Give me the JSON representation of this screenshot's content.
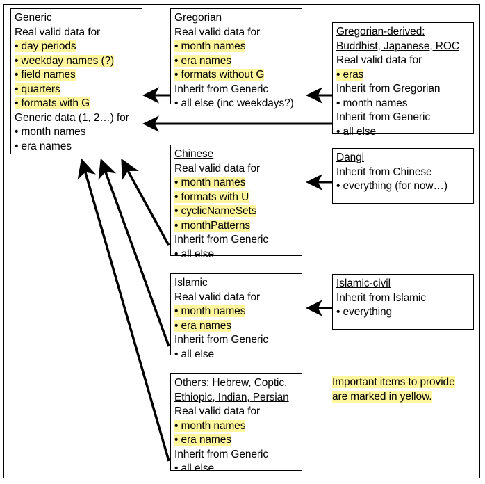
{
  "diagram": {
    "title": "Calendar data inheritance diagram",
    "highlight_color": "#fff69e",
    "line_color": "#000000",
    "background": "#ffffff"
  },
  "boxes": {
    "generic": {
      "title": "Generic",
      "lines": [
        {
          "text": "Real valid data for",
          "bullet": false,
          "highlight": false
        },
        {
          "text": "day periods",
          "bullet": true,
          "highlight": true
        },
        {
          "text": "weekday names (?)",
          "bullet": true,
          "highlight": true
        },
        {
          "text": "field names",
          "bullet": true,
          "highlight": true
        },
        {
          "text": "quarters",
          "bullet": true,
          "highlight": true
        },
        {
          "text": "formats with G",
          "bullet": true,
          "highlight": true
        },
        {
          "text": "Generic data (1, 2…) for",
          "bullet": false,
          "highlight": false
        },
        {
          "text": "month names",
          "bullet": true,
          "highlight": false
        },
        {
          "text": "era names",
          "bullet": true,
          "highlight": false
        }
      ]
    },
    "gregorian": {
      "title": "Gregorian",
      "lines": [
        {
          "text": "Real valid data for",
          "bullet": false,
          "highlight": false
        },
        {
          "text": "month names",
          "bullet": true,
          "highlight": true
        },
        {
          "text": "era names",
          "bullet": true,
          "highlight": true
        },
        {
          "text": "formats without G",
          "bullet": true,
          "highlight": true
        },
        {
          "text": "Inherit from Generic",
          "bullet": false,
          "highlight": false
        },
        {
          "text": "all else (inc weekdays?)",
          "bullet": true,
          "highlight": false
        }
      ]
    },
    "gregorian_derived": {
      "title": "Gregorian-derived:",
      "title2": "Buddhist, Japanese, ROC",
      "lines": [
        {
          "text": "Real valid data for",
          "bullet": false,
          "highlight": false
        },
        {
          "text": "eras",
          "bullet": true,
          "highlight": true
        },
        {
          "text": "Inherit from Gregorian",
          "bullet": false,
          "highlight": false
        },
        {
          "text": "month names",
          "bullet": true,
          "highlight": false
        },
        {
          "text": "Inherit from Generic",
          "bullet": false,
          "highlight": false
        },
        {
          "text": "all else",
          "bullet": true,
          "highlight": false
        }
      ]
    },
    "chinese": {
      "title": "Chinese",
      "lines": [
        {
          "text": "Real valid data for",
          "bullet": false,
          "highlight": false
        },
        {
          "text": "month names",
          "bullet": true,
          "highlight": true
        },
        {
          "text": "formats with U",
          "bullet": true,
          "highlight": true
        },
        {
          "text": "cyclicNameSets",
          "bullet": true,
          "highlight": true
        },
        {
          "text": "monthPatterns",
          "bullet": true,
          "highlight": true
        },
        {
          "text": "Inherit from Generic",
          "bullet": false,
          "highlight": false
        },
        {
          "text": "all else",
          "bullet": true,
          "highlight": false
        }
      ]
    },
    "dangi": {
      "title": "Dangi",
      "lines": [
        {
          "text": "Inherit from Chinese",
          "bullet": false,
          "highlight": false
        },
        {
          "text": "everything (for now…)",
          "bullet": true,
          "highlight": false
        }
      ]
    },
    "islamic": {
      "title": "Islamic",
      "lines": [
        {
          "text": "Real valid data for",
          "bullet": false,
          "highlight": false
        },
        {
          "text": "month names",
          "bullet": true,
          "highlight": true
        },
        {
          "text": "era names",
          "bullet": true,
          "highlight": true
        },
        {
          "text": "Inherit from Generic",
          "bullet": false,
          "highlight": false
        },
        {
          "text": "all else",
          "bullet": true,
          "highlight": false
        }
      ]
    },
    "islamic_civil": {
      "title": "Islamic-civil",
      "lines": [
        {
          "text": "Inherit from Islamic",
          "bullet": false,
          "highlight": false
        },
        {
          "text": "everything",
          "bullet": true,
          "highlight": false
        }
      ]
    },
    "others": {
      "title": "Others: Hebrew, Coptic,",
      "title2": "Ethiopic, Indian, Persian",
      "lines": [
        {
          "text": "Real valid data for",
          "bullet": false,
          "highlight": false
        },
        {
          "text": "month names",
          "bullet": true,
          "highlight": true
        },
        {
          "text": "era names",
          "bullet": true,
          "highlight": true
        },
        {
          "text": "Inherit from Generic",
          "bullet": false,
          "highlight": false
        },
        {
          "text": "all else",
          "bullet": true,
          "highlight": false
        }
      ]
    }
  },
  "legend": {
    "line1": "Important items to provide",
    "line2": "are marked in yellow."
  },
  "arrows": [
    {
      "name": "gregorian-to-generic",
      "from": "gregorian",
      "to": "generic"
    },
    {
      "name": "gregorian-derived-to-generic",
      "from": "gregorian_derived",
      "to": "generic"
    },
    {
      "name": "gregorian-derived-to-gregorian",
      "from": "gregorian_derived",
      "to": "gregorian"
    },
    {
      "name": "chinese-to-generic",
      "from": "chinese",
      "to": "generic"
    },
    {
      "name": "dangi-to-chinese",
      "from": "dangi",
      "to": "chinese"
    },
    {
      "name": "islamic-to-generic",
      "from": "islamic",
      "to": "generic"
    },
    {
      "name": "islamic-civil-to-islamic",
      "from": "islamic_civil",
      "to": "islamic"
    },
    {
      "name": "others-to-generic",
      "from": "others",
      "to": "generic"
    }
  ]
}
